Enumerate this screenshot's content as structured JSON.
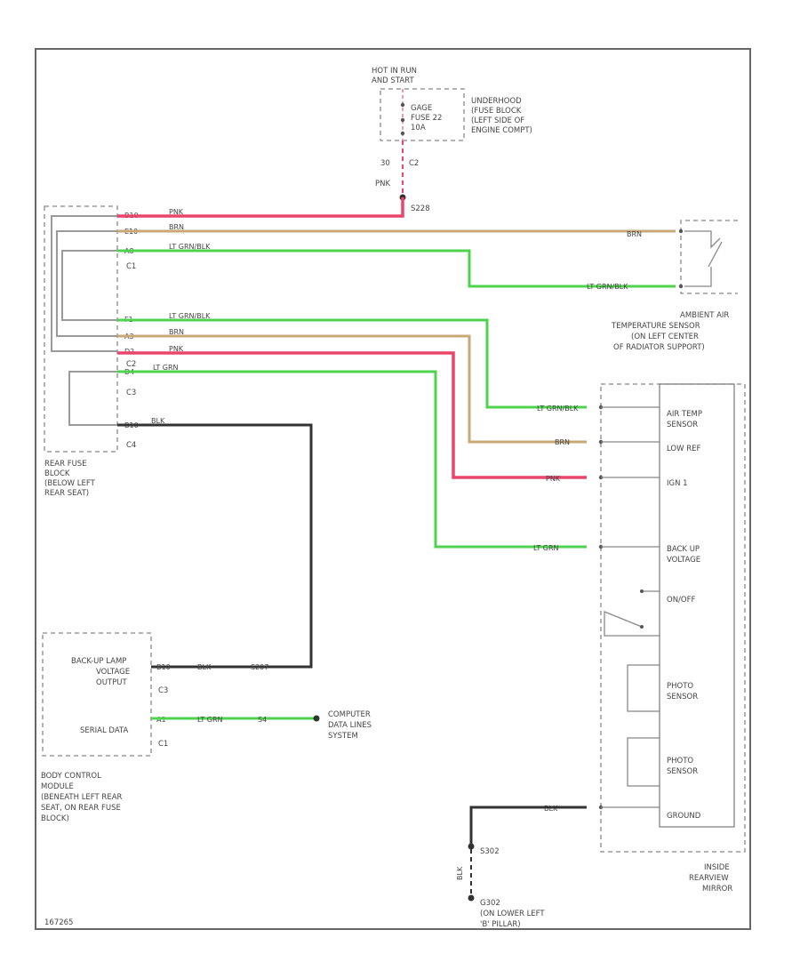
{
  "fuse_top": {
    "hot_label": [
      "HOT IN RUN",
      "AND START"
    ],
    "fuse_label": [
      "GAGE",
      "FUSE 22",
      "10A"
    ],
    "underhood": [
      "UNDERHOOD",
      "(FUSE BLOCK",
      "(LEFT SIDE OF",
      "ENGINE COMPT)"
    ],
    "c2_pin": "30",
    "c2_conn": "C2",
    "pnk": "PNK",
    "splice": "S228"
  },
  "rear_fuse_block": {
    "pins": [
      "B10",
      "E10",
      "A8",
      "F1",
      "A3",
      "D2",
      "D4",
      "B10"
    ],
    "connectors": [
      "C1",
      "C2",
      "C3",
      "C4"
    ],
    "wires": [
      "PNK",
      "BRN",
      "LT GRN/BLK",
      "LT GRN/BLK",
      "BRN",
      "PNK",
      "LT GRN",
      "BLK"
    ],
    "label": [
      "REAR FUSE",
      "BLOCK",
      "(BELOW LEFT",
      "REAR SEAT)"
    ]
  },
  "ambient_sensor": {
    "wire_top": "BRN",
    "wire_bottom": "LT GRN/BLK",
    "label": [
      "AMBIENT AIR",
      "TEMPERATURE SENSOR",
      "(ON LEFT CENTER",
      "OF RADIATOR SUPPORT)"
    ]
  },
  "mirror": {
    "wires": [
      "LT GRN/BLK",
      "BRN",
      "PNK",
      "LT GRN",
      "BLK"
    ],
    "labels": [
      [
        "AIR TEMP",
        "SENSOR"
      ],
      [
        "LOW REF"
      ],
      [
        "IGN 1"
      ],
      [
        "BACK UP",
        "VOLTAGE"
      ],
      [
        "ON/OFF"
      ],
      [
        "PHOTO",
        "SENSOR"
      ],
      [
        "PHOTO",
        "SENSOR"
      ],
      [
        "GROUND"
      ]
    ],
    "title": [
      "INSIDE",
      "REARVIEW",
      "MIRROR"
    ]
  },
  "bcm": {
    "rows": [
      [
        "BACK-UP LAMP",
        "VOLTAGE",
        "OUTPUT"
      ],
      [
        "SERIAL DATA"
      ]
    ],
    "pins": [
      "B10",
      "A1"
    ],
    "connectors": [
      "C3",
      "C1"
    ],
    "wire1": [
      "BLK",
      "S207"
    ],
    "wire2": [
      "LT GRN",
      "S4"
    ],
    "computer": [
      "COMPUTER",
      "DATA LINES",
      "SYSTEM"
    ],
    "label": [
      "BODY CONTROL",
      "MODULE",
      "(BENEATH LEFT REAR",
      "SEAT, ON REAR FUSE",
      "BLOCK)"
    ]
  },
  "ground": {
    "splice": "S302",
    "wire": "BLK",
    "g_label": [
      "G302",
      "(ON LOWER LEFT",
      "'B' PILLAR)"
    ]
  },
  "footer_code": "167265"
}
